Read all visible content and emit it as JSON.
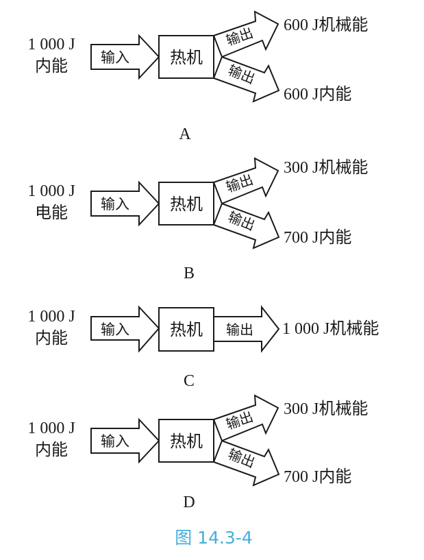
{
  "figure": {
    "caption": "图 14.3-4",
    "caption_color": "#45aedc",
    "stroke_color": "#1a1a1a",
    "panels": [
      {
        "label": "A",
        "input_amount": "1 000 J",
        "input_type": "内能",
        "input_arrow_text": "输入",
        "engine_text": "热机",
        "outputs": [
          {
            "arrow_text": "输出",
            "result": "600 J机械能"
          },
          {
            "arrow_text": "输出",
            "result": "600 J内能"
          }
        ]
      },
      {
        "label": "B",
        "input_amount": "1 000 J",
        "input_type": "电能",
        "input_arrow_text": "输入",
        "engine_text": "热机",
        "outputs": [
          {
            "arrow_text": "输出",
            "result": "300 J机械能"
          },
          {
            "arrow_text": "输出",
            "result": "700 J内能"
          }
        ]
      },
      {
        "label": "C",
        "input_amount": "1 000 J",
        "input_type": "内能",
        "input_arrow_text": "输入",
        "engine_text": "热机",
        "outputs": [
          {
            "arrow_text": "输出",
            "result": "1 000 J机械能"
          }
        ]
      },
      {
        "label": "D",
        "input_amount": "1 000 J",
        "input_type": "内能",
        "input_arrow_text": "输入",
        "engine_text": "热机",
        "outputs": [
          {
            "arrow_text": "输出",
            "result": "300 J机械能"
          },
          {
            "arrow_text": "输出",
            "result": "700 J内能"
          }
        ]
      }
    ]
  }
}
